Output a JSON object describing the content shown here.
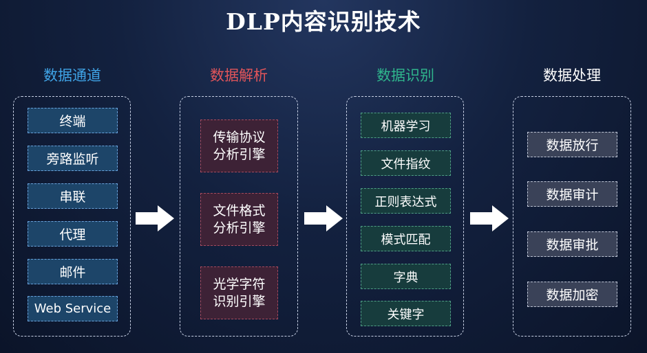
{
  "title": "DLP内容识别技术",
  "colors": {
    "channel_heading": "#3fa3e6",
    "parse_heading": "#e2555a",
    "identify_heading": "#2fb58c",
    "process_heading": "#ffffff"
  },
  "columns": [
    {
      "heading": "数据通道",
      "items": [
        "终端",
        "旁路监听",
        "串联",
        "代理",
        "邮件",
        "Web Service"
      ]
    },
    {
      "heading": "数据解析",
      "items": [
        {
          "line1": "传输协议",
          "line2": "分析引擎"
        },
        {
          "line1": "文件格式",
          "line2": "分析引擎"
        },
        {
          "line1": "光学字符",
          "line2": "识别引擎"
        }
      ]
    },
    {
      "heading": "数据识别",
      "items": [
        "机器学习",
        "文件指纹",
        "正则表达式",
        "模式匹配",
        "字典",
        "关键字"
      ]
    },
    {
      "heading": "数据处理",
      "items": [
        "数据放行",
        "数据审计",
        "数据审批",
        "数据加密"
      ]
    }
  ],
  "arrows": [
    "arrow-right-icon",
    "arrow-right-icon",
    "arrow-right-icon"
  ]
}
